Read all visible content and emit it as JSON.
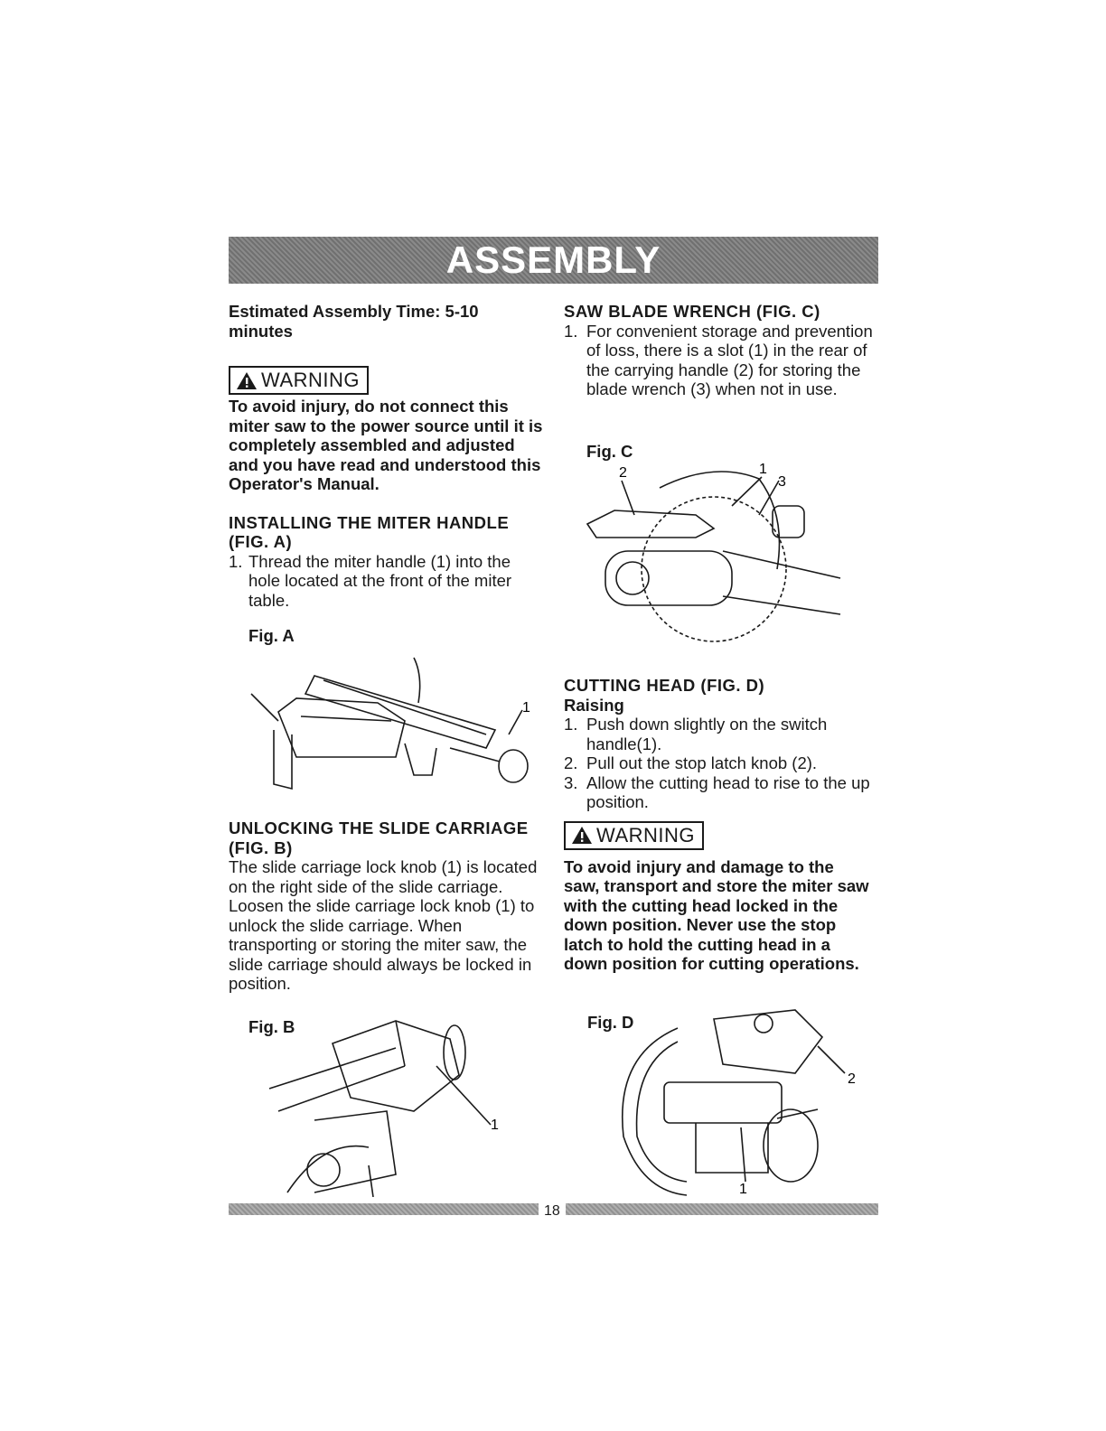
{
  "header": {
    "title": "ASSEMBLY"
  },
  "left": {
    "estimated_time": "Estimated Assembly Time: 5-10 minutes",
    "warning1": {
      "label": "WARNING",
      "text": "To avoid injury, do not connect this miter saw to the power source until it is completely assembled and adjusted and you have read and understood this Operator's Manual."
    },
    "miter_handle": {
      "heading": "INSTALLING THE MITER HANDLE (FIG. A)",
      "steps": [
        {
          "num": "1.",
          "text": "Thread the miter handle (1) into the hole located at the front of the miter table."
        }
      ]
    },
    "fig_a": {
      "label": "Fig. A",
      "callouts": [
        "1"
      ]
    },
    "slide_carriage": {
      "heading": "UNLOCKING THE SLIDE CARRIAGE (FIG. B)",
      "text": "The slide carriage lock knob (1) is located on the right side of the slide carriage. Loosen the slide carriage lock knob (1) to unlock the slide carriage. When transporting or storing the miter saw, the slide carriage should always be locked in position."
    },
    "fig_b": {
      "label": "Fig. B",
      "callouts": [
        "1"
      ]
    }
  },
  "right": {
    "blade_wrench": {
      "heading": "SAW BLADE WRENCH (FIG. C)",
      "steps": [
        {
          "num": "1.",
          "text": "For convenient storage and prevention of loss, there is a slot (1) in the rear of the carrying handle (2) for storing the blade wrench (3) when not in use."
        }
      ]
    },
    "fig_c": {
      "label": "Fig. C",
      "callouts": [
        "2",
        "1",
        "3"
      ]
    },
    "cutting_head": {
      "heading": "CUTTING HEAD (FIG. D)",
      "subheading": "Raising",
      "steps": [
        {
          "num": "1.",
          "text": "Push down slightly on the switch handle(1)."
        },
        {
          "num": "2.",
          "text": "Pull out the stop latch knob (2)."
        },
        {
          "num": "3.",
          "text": "Allow the cutting head to rise to the up position."
        }
      ]
    },
    "warning2": {
      "label": "WARNING",
      "text": "To avoid injury and damage to the saw, transport and store the miter saw with the cutting head locked in the down position. Never use the stop latch to hold the cutting head in a down position for cutting operations."
    },
    "fig_d": {
      "label": "Fig. D",
      "callouts": [
        "2",
        "1"
      ]
    }
  },
  "footer": {
    "page_number": "18"
  }
}
